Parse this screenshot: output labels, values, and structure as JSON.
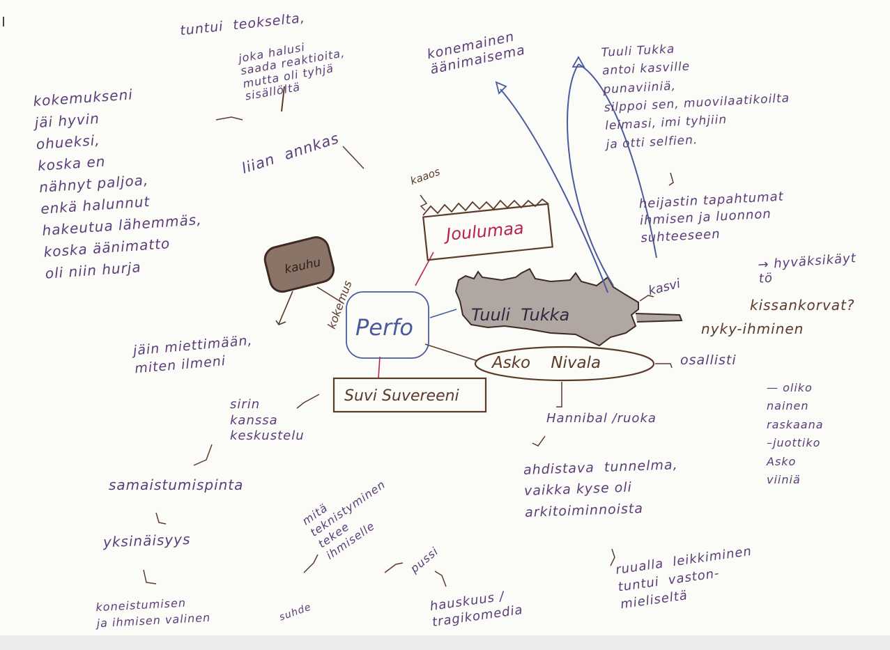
{
  "colors": {
    "paper": "#fbfbf8",
    "purple_ink": "#5a3d78",
    "brown_ink": "#5c3a2a",
    "red_ink": "#b8234a",
    "blue_ink": "#4a5a9c"
  },
  "center": {
    "label": "Perfo",
    "connector_label": "kokemus"
  },
  "nodes": {
    "kauhu": "kauhu",
    "joulumaa": "Joulumaa",
    "joulumaa_note": "kaaos",
    "tuuli": "Tuuli  Tukka",
    "tuuli_side": "kasvi",
    "asko": "Asko    Nivala",
    "suvi": "Suvi Suvereeni"
  },
  "notes": {
    "top_left_1": "tuntui  teokselta,",
    "top_left_2": "joka halusi\nsaada reaktioita,\nmutta oli tyhjä\nsisällöltä",
    "liian": "liian  annkas",
    "kokemus": "kokemukseni\njäi hyvin\nohueksi,\nkoska en\nnähnyt paljoa,\nenkä halunnut\nhakeutua lähemmäs,\nkoska äänimatto\noli niin hurja",
    "jain": "jäin miettimään,\nmiten ilmeni",
    "koneaaninen": "konemainen\näänimaisema",
    "tuuli_desc": "Tuuli Tukka\nantoi kasville\npunaviiniä,\nsilppoi sen, muovilaatikoilta\nleimasi, imi tyhjiin\nja otti selfien.",
    "heijastin": "heijastin tapahtumat\nihmisen ja luonnon\nsuhteeseen",
    "hyvaksi": "→ hyväksikäyt\ntö",
    "kissan": "kissankorvat?",
    "nyky": "nyky-ihminen",
    "osallisti": "osallisti",
    "oliko": "— oliko\nnainen\nraskaana\n–juottiko\nAsko\nviiniä",
    "hannibal": "Hannibal /ruoka",
    "ahdistava": "ahdistava  tunnelma,\nvaikka kyse oli\narkitoiminnoista",
    "ruualla": "ruualla  leikkiminen\ntuntui  vaston-\nmieliseltä",
    "siri": "sirin\nkanssa\nkeskustelu",
    "samaistumis": "samaistumispinta",
    "yksinaisyys": "yksinäisyys",
    "koneistuminen": "koneistumisen\nja ihmisen valinen",
    "suhde": "suhde",
    "mita": "mitä\nteknistyminen\ntekee\nihmiselle",
    "pussi": "pussi",
    "hauskuus": "hauskuus /\ntragikomedia"
  }
}
